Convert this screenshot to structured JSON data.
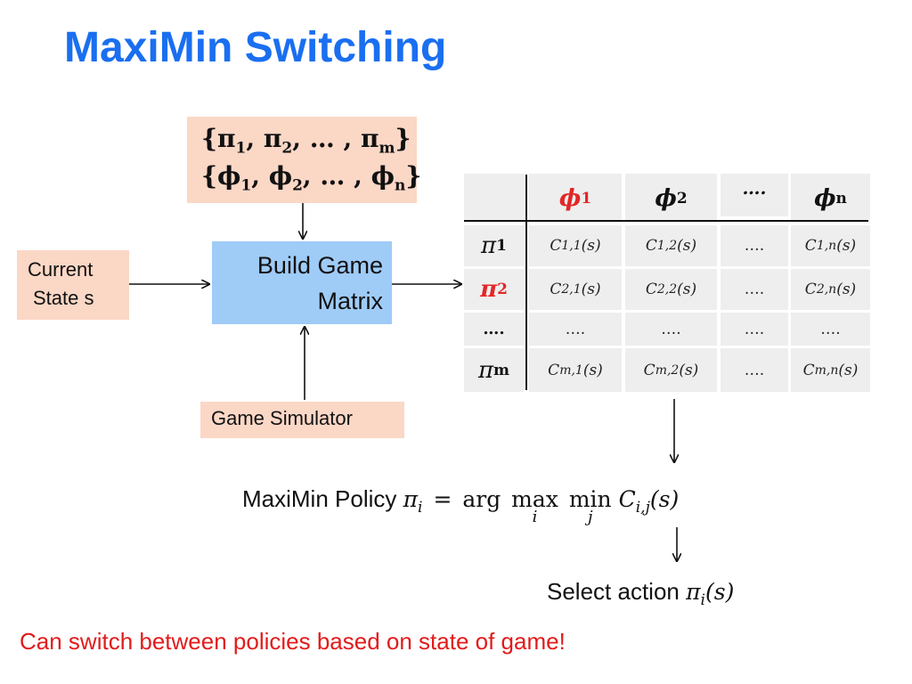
{
  "title": "MaxiMin Switching",
  "policy_set": {
    "line1": {
      "open": "{",
      "items": [
        {
          "sym": "π",
          "sub": "1"
        },
        {
          "sym": "π",
          "sub": "2"
        },
        {
          "sym": "…"
        },
        {
          "sym": "π",
          "sub": "m"
        }
      ],
      "close": "}"
    },
    "line2": {
      "open": "{",
      "items": [
        {
          "sym": "ϕ",
          "sub": "1"
        },
        {
          "sym": "ϕ",
          "sub": "2"
        },
        {
          "sym": "…"
        },
        {
          "sym": "ϕ",
          "sub": "n"
        }
      ],
      "close": "}"
    }
  },
  "current_state": {
    "line1": "Current",
    "line2": "State  s"
  },
  "build_game": {
    "line1": "Build Game",
    "line2": "Matrix"
  },
  "game_simulator": "Game Simulator",
  "matrix": {
    "col_headers": [
      {
        "sym": "ϕ",
        "sub": "1",
        "red": true
      },
      {
        "sym": "ϕ",
        "sub": "2",
        "red": false
      },
      {
        "sym": "….",
        "sub": "",
        "red": false
      },
      {
        "sym": "ϕ",
        "sub": "n",
        "red": false
      }
    ],
    "row_headers": [
      {
        "sym": "π",
        "sub": "1",
        "red": false
      },
      {
        "sym": "π",
        "sub": "2",
        "red": true
      },
      {
        "sym": "….",
        "sub": "",
        "red": false
      },
      {
        "sym": "π",
        "sub": "m",
        "red": false
      }
    ],
    "cells": [
      [
        "C_{1,1}(s)",
        "C_{1,2}(s)",
        "….",
        "C_{1,n}(s)"
      ],
      [
        "C_{2,1}(s)",
        "C_{2,2}(s)",
        "….",
        "C_{2,n}(s)"
      ],
      [
        "….",
        "….",
        "….",
        "…."
      ],
      [
        "C_{m,1}(s)",
        "C_{m,2}(s)",
        "….",
        "C_{m,n}(s)"
      ]
    ]
  },
  "maximin_policy": {
    "label": "MaxiMin Policy",
    "lhs_sym": "π",
    "lhs_sub": "i",
    "eq": "=",
    "arg": "arg",
    "max": "max",
    "max_sub": "i",
    "min": "min",
    "min_sub": "j",
    "rhs_sym": "C",
    "rhs_sub": "i,j",
    "rhs_arg": "(s)"
  },
  "select_action": {
    "label": "Select action",
    "sym": "π",
    "sub": "i",
    "arg": "(s)"
  },
  "note": "Can switch between policies based on state of game!",
  "colors": {
    "title": "#1a6ff0",
    "highlight": "#e22727",
    "peach": "#fbd7c6",
    "blue_box": "#9fcbf7",
    "note": "#e21b1b"
  }
}
